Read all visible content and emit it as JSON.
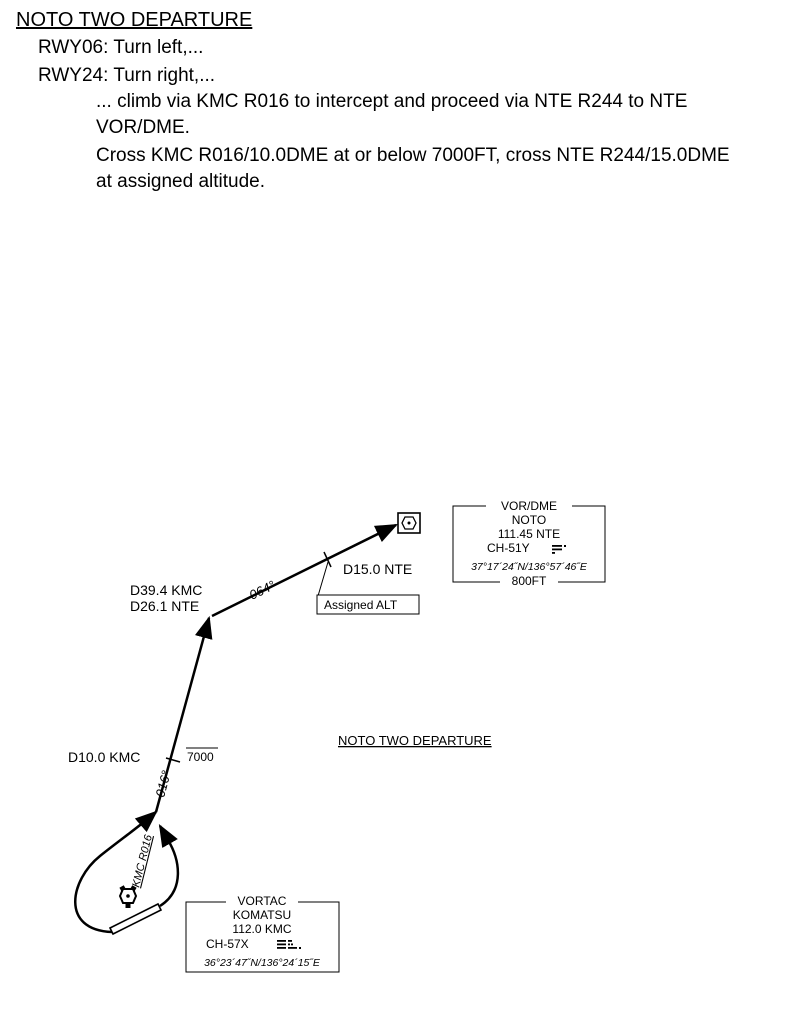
{
  "procedure": {
    "title": "NOTO TWO DEPARTURE",
    "rwy06": "RWY06: Turn left,...",
    "rwy24": "RWY24: Turn right,...",
    "instruction_line1": "... climb via KMC R016 to intercept and proceed via NTE R244 to NTE",
    "instruction_line2": "VOR/DME.",
    "instruction_line3": "Cross KMC R016/10.0DME at or below 7000FT, cross NTE R244/15.0DME",
    "instruction_line4": "at assigned altitude."
  },
  "chart": {
    "label": "NOTO TWO DEPARTURE",
    "kmc_radial_label": "KMC R016",
    "course_016": "016°",
    "course_064": "064°",
    "fix_d10_kmc": "D10.0 KMC",
    "alt_7000": "7000",
    "fix_d39_kmc": "D39.4 KMC",
    "fix_d26_nte": "D26.1 NTE",
    "fix_d15_nte": "D15.0 NTE",
    "assigned_alt": "Assigned ALT"
  },
  "nte_box": {
    "type": "VOR/DME",
    "name": "NOTO",
    "freq_ident": "111.45   NTE",
    "channel": "CH-51Y",
    "coords": "37°17´24˝N/136°57´46˝E",
    "elevation": "800FT"
  },
  "kmc_box": {
    "type": "VORTAC",
    "name": "KOMATSU",
    "freq_ident": "112.0   KMC",
    "channel": "CH-57X",
    "coords": "36°23´47˝N/136°24´15˝E"
  },
  "icons": [
    "vordme-symbol-icon",
    "vortac-symbol-icon",
    "morse-code-icon",
    "runway-icon",
    "arrow-icon"
  ]
}
